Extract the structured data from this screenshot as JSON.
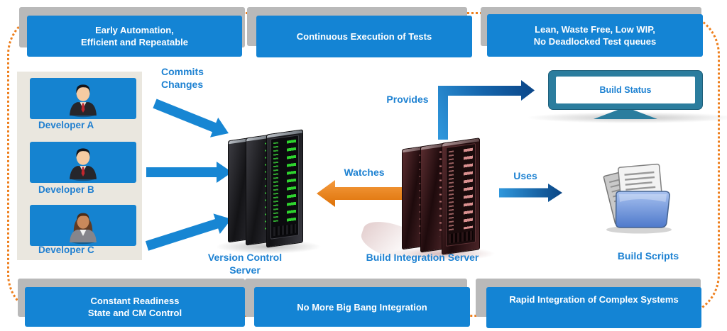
{
  "banners": {
    "top": [
      {
        "lines": [
          "Early Automation,",
          "Efficient and Repeatable"
        ]
      },
      {
        "lines": [
          "Continuous Execution of Tests"
        ]
      },
      {
        "lines": [
          "Lean, Waste Free, Low WIP,",
          "No Deadlocked Test queues"
        ]
      }
    ],
    "bottom": [
      {
        "lines": [
          "Constant Readiness",
          "State and CM Control"
        ]
      },
      {
        "lines": [
          "No More Big Bang Integration"
        ]
      },
      {
        "lines": [
          "Rapid Integration of Complex Systems"
        ]
      }
    ]
  },
  "developers": [
    {
      "label": "Developer A"
    },
    {
      "label": "Developer B"
    },
    {
      "label": "Developer C"
    }
  ],
  "flow_labels": {
    "commits_line1": "Commits",
    "commits_line2": "Changes",
    "provides": "Provides",
    "watches": "Watches",
    "uses": "Uses"
  },
  "nodes": {
    "version_control_server": "Version Control Server",
    "build_integration_server": "Build Integration Server",
    "build_status": "Build Status",
    "build_scripts": "Build Scripts"
  },
  "icons": {
    "developer_a": "businessman-avatar",
    "developer_b": "businessman-avatar",
    "developer_c": "businesswoman-avatar",
    "version_control_server": "black-server-rack-green-leds",
    "build_integration_server": "maroon-server-rack-red-leds",
    "build_status": "desktop-monitor",
    "build_scripts": "open-folder-with-documents"
  },
  "colors": {
    "banner_blue": "#1484D4",
    "banner_shadow_gray": "#B9B9B9",
    "label_blue": "#1E82D2",
    "arrow_blue": "#1786D3",
    "arrow_blue_dark": "#0B4A8E",
    "arrow_orange": "#E8821E",
    "monitor_teal": "#2B7D9E",
    "border_orange": "#EE7F1D",
    "panel_beige": "#EAE7DF",
    "led_green": "#2ED32E",
    "led_red": "#D98F8F"
  }
}
